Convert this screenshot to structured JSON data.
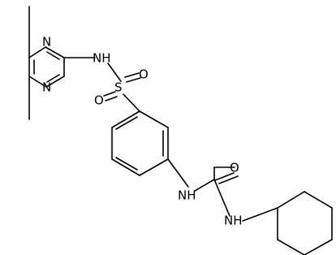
{
  "molecule": {
    "atoms": {
      "n_ring_top": "N",
      "n_ring_bottom": "N",
      "nh_sulfonamide": "NH",
      "sulfur": "S",
      "oxygen_sulfonyl_top": "O",
      "oxygen_sulfonyl_left": "O",
      "nh_urea_left": "NH",
      "oxygen_carbonyl": "O",
      "nh_urea_right": "NH"
    }
  }
}
